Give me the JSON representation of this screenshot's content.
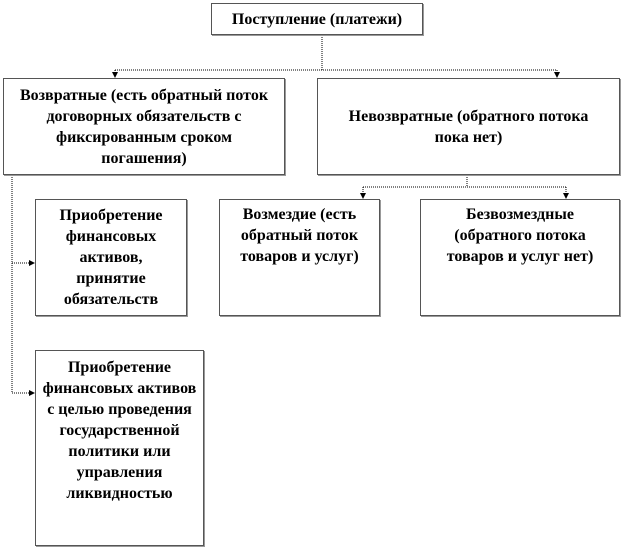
{
  "diagram": {
    "root": "Поступление (платежи)",
    "returnable": "Возвратные (есть обратный поток договорных обязательств с фиксированным сроком погашения)",
    "nonreturnable": "Невозвратные (обратного потока пока нет)",
    "acquisition": "Приобретение финансовых активов, принятие обязательств",
    "reimbursable": "Возмездие (есть обратный поток товаров и услуг)",
    "gratuitous": "Безвозмездные (обратного потока товаров и услуг нет)",
    "policy_acquisition": "Приобретение финансовых активов с целью проведения государственной политики или управления ликвидностью"
  }
}
